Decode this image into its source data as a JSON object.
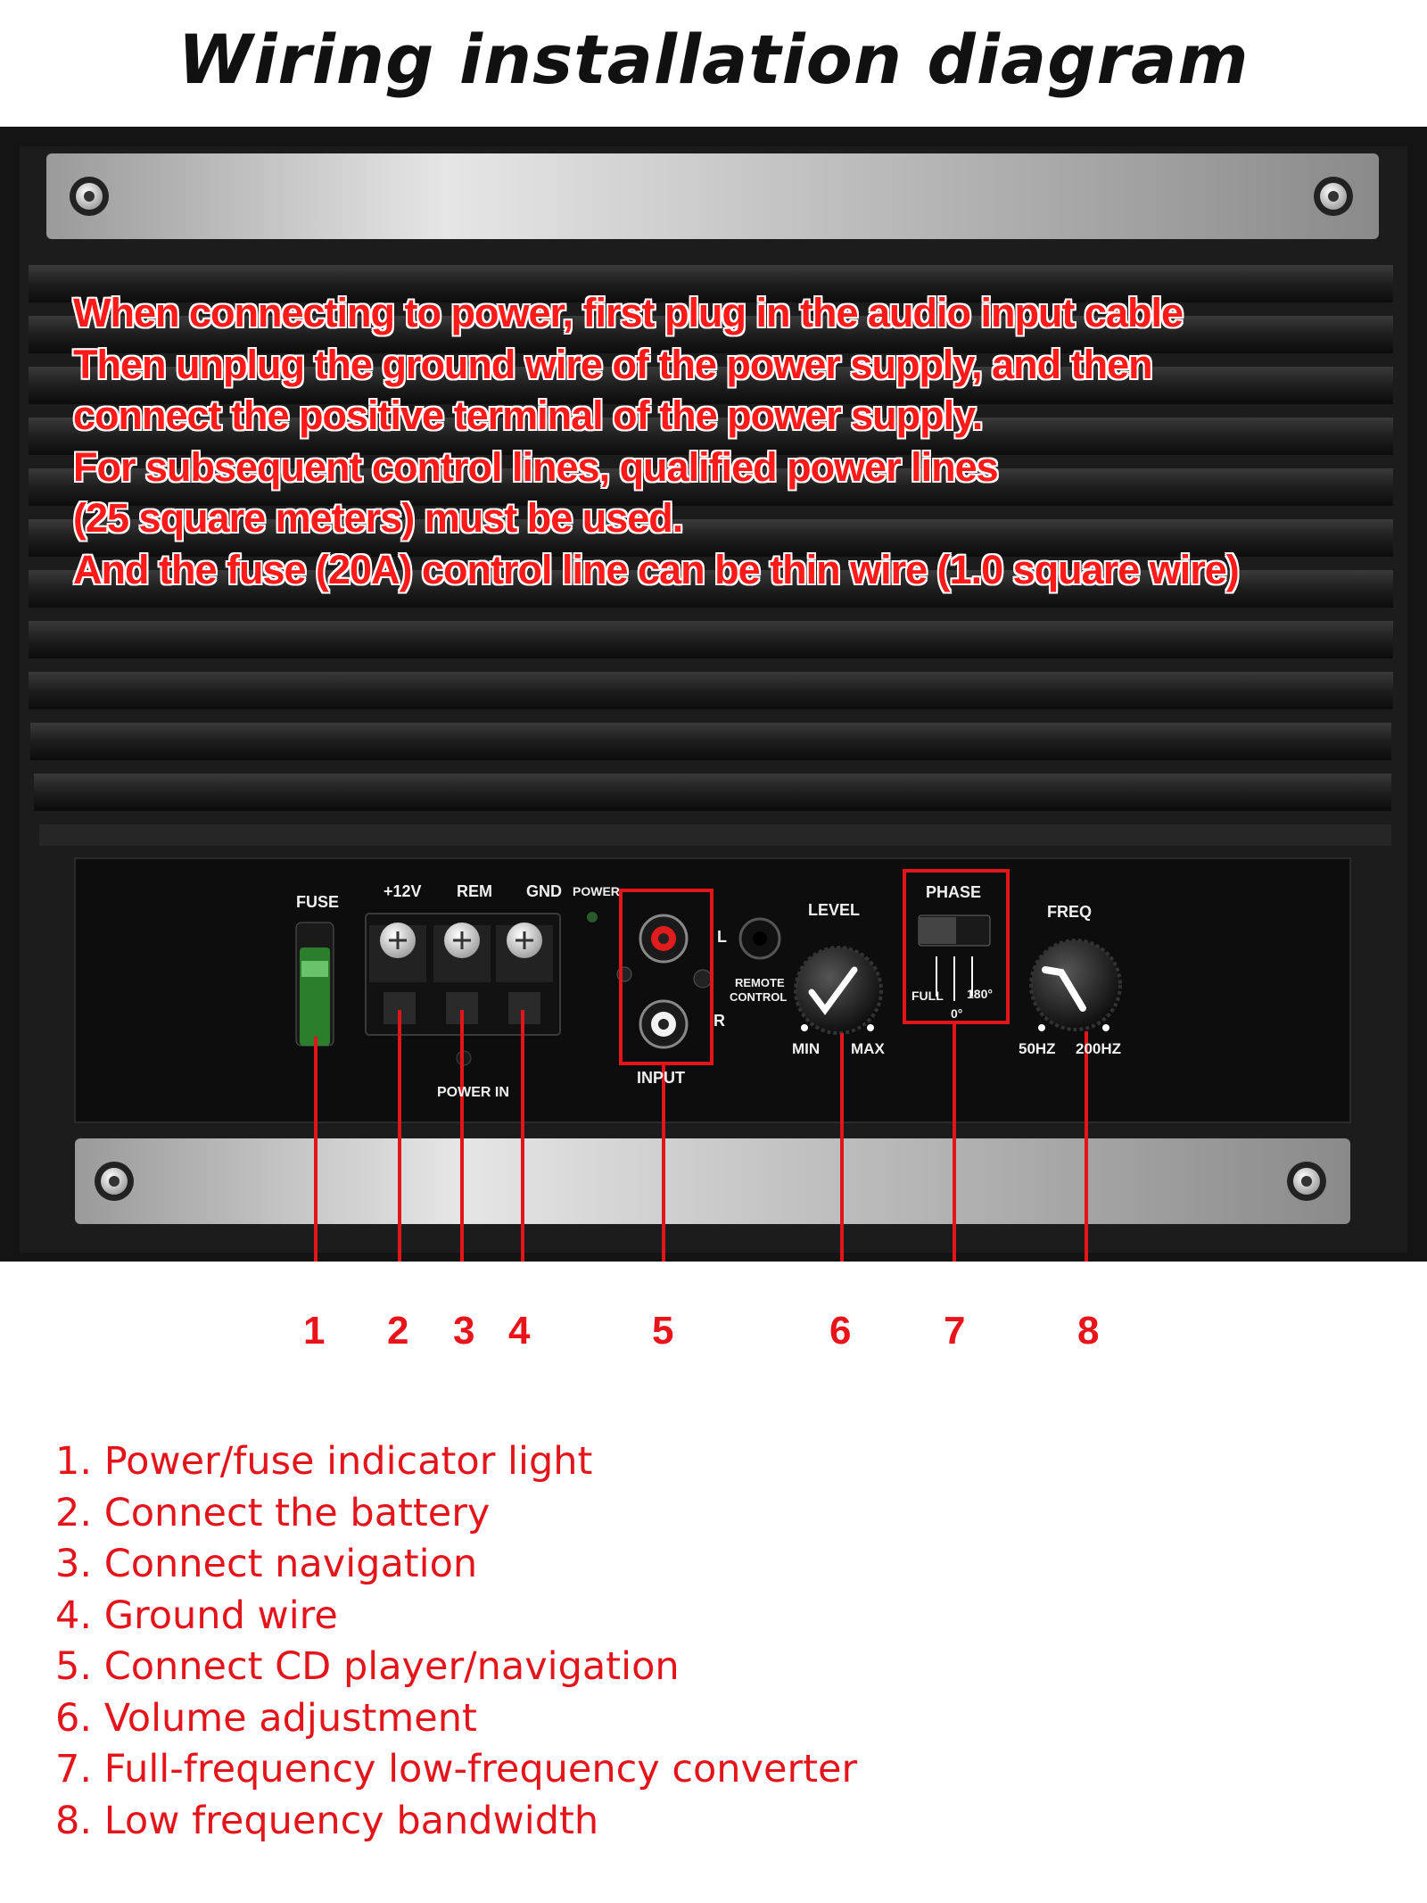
{
  "title": "Wiring installation diagram",
  "warning_lines": [
    "When connecting to power, first plug in the audio input cable",
    "Then unplug the ground wire of the power supply, and then",
    "connect the positive terminal of the power supply.",
    "For subsequent control lines, qualified power lines",
    "(25 square meters) must be used.",
    "And the fuse (20A) control line can be thin wire (1.0 square wire)"
  ],
  "panel_labels": {
    "fuse": "FUSE",
    "plus12v": "+12V",
    "rem": "REM",
    "gnd": "GND",
    "power": "POWER",
    "l": "L",
    "r": "R",
    "remote_control_1": "REMOTE",
    "remote_control_2": "CONTROL",
    "power_in": "POWER IN",
    "input": "INPUT",
    "level": "LEVEL",
    "min": "MIN",
    "max": "MAX",
    "phase": "PHASE",
    "full": "FULL",
    "deg180": "180°",
    "deg0": "0°",
    "freq": "FREQ",
    "hz50": "50HZ",
    "hz200": "200HZ"
  },
  "callouts": [
    "1",
    "2",
    "3",
    "4",
    "5",
    "6",
    "7",
    "8"
  ],
  "legend": [
    "1. Power/fuse indicator light",
    "2. Connect the battery",
    "3. Connect navigation",
    "4. Ground wire",
    "5. Connect CD player/navigation",
    "6. Volume adjustment",
    "7. Full-frequency low-frequency converter",
    "8. Low frequency bandwidth"
  ],
  "colors": {
    "accent_red": "#e3141a",
    "panel_bg": "#151515",
    "text": "#111111"
  }
}
